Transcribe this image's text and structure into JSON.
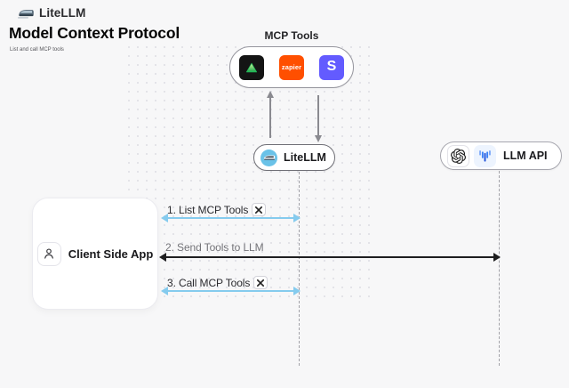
{
  "header": {
    "brand": "LiteLLM",
    "title": "Model Context Protocol",
    "subtitle": "List and call MCP tools"
  },
  "mcp_tools": {
    "label": "MCP Tools",
    "icons": [
      {
        "name": "green-triangle-tool-icon",
        "bg": "#141414",
        "accent": "#22C55E"
      },
      {
        "name": "zapier-icon",
        "bg": "#FF4F00",
        "text": "zapier"
      },
      {
        "name": "stripe-icon",
        "bg": "#635BFF",
        "text": "S"
      }
    ]
  },
  "nodes": {
    "litellm": {
      "label": "LiteLLM"
    },
    "llm_api": {
      "label": "LLM API"
    },
    "client": {
      "label": "Client Side App"
    }
  },
  "arrows": [
    {
      "label": "1. List MCP Tools",
      "tools_badge": true,
      "color": "#85CBEE",
      "from": "client",
      "to": "litellm-lifeline"
    },
    {
      "label": "2. Send Tools to LLM",
      "tools_badge": false,
      "color": "#1E1E20",
      "from": "client",
      "to": "llm-api-lifeline"
    },
    {
      "label": "3. Call MCP Tools",
      "tools_badge": true,
      "color": "#85CBEE",
      "from": "client",
      "to": "litellm-lifeline"
    }
  ],
  "colors": {
    "background": "#F7F7F8",
    "accent_blue_arrow": "#85CBEE",
    "dark_arrow": "#1E1E20",
    "lifeline_gray": "#A2A2A8",
    "litellm_logo_blue": "#6AC2E8"
  }
}
